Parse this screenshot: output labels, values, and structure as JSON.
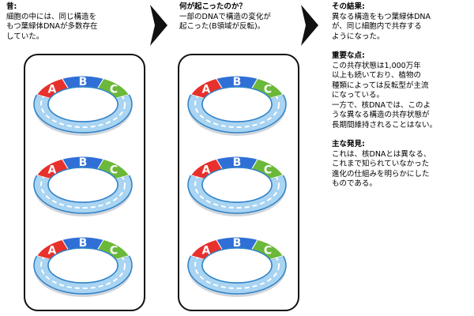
{
  "columns": [
    {
      "heading": "昔:",
      "lines": [
        "細胞の中には、同じ構造を",
        "もつ葉緑体DNAが多数存在",
        "していた。"
      ]
    },
    {
      "heading": "何が起こったのか？",
      "lines": [
        "一部のDNAで構造の変化が",
        "起こった(B領域が反転)。"
      ]
    },
    {
      "sections": [
        {
          "heading": "その結果:",
          "lines": [
            "異なる構造をもつ葉緑体DNA",
            "が、同じ細胞内で共存する",
            "ようになった。"
          ]
        },
        {
          "heading": "重要な点:",
          "lines": [
            "この共存状態は1,000万年",
            "以上も続いており、植物の",
            "種類によっては反転型が主流",
            "になっている。",
            "一方で、核DNAでは、このよ",
            "うな異なる構造の共存状態が",
            "長期間維持されることはない。"
          ]
        },
        {
          "heading": "主な発見:",
          "lines": [
            "これは、核DNAとは異なる、",
            "これまで知られていなかった",
            "進化の仕組みを明らかにした",
            "ものである。"
          ]
        }
      ]
    }
  ],
  "rings": {
    "segments": [
      {
        "label": "A",
        "color": "#e8302c"
      },
      {
        "label": "B",
        "color": "#2f6fd6"
      },
      {
        "label": "C",
        "color": "#6cb83a"
      }
    ],
    "ring_color": "#a9d4f2",
    "ring_edge": "#2f82c8"
  },
  "panels": [
    {
      "rings": [
        "A",
        "B",
        "C"
      ]
    },
    {
      "rings": [
        "A",
        "B",
        "C"
      ]
    }
  ]
}
